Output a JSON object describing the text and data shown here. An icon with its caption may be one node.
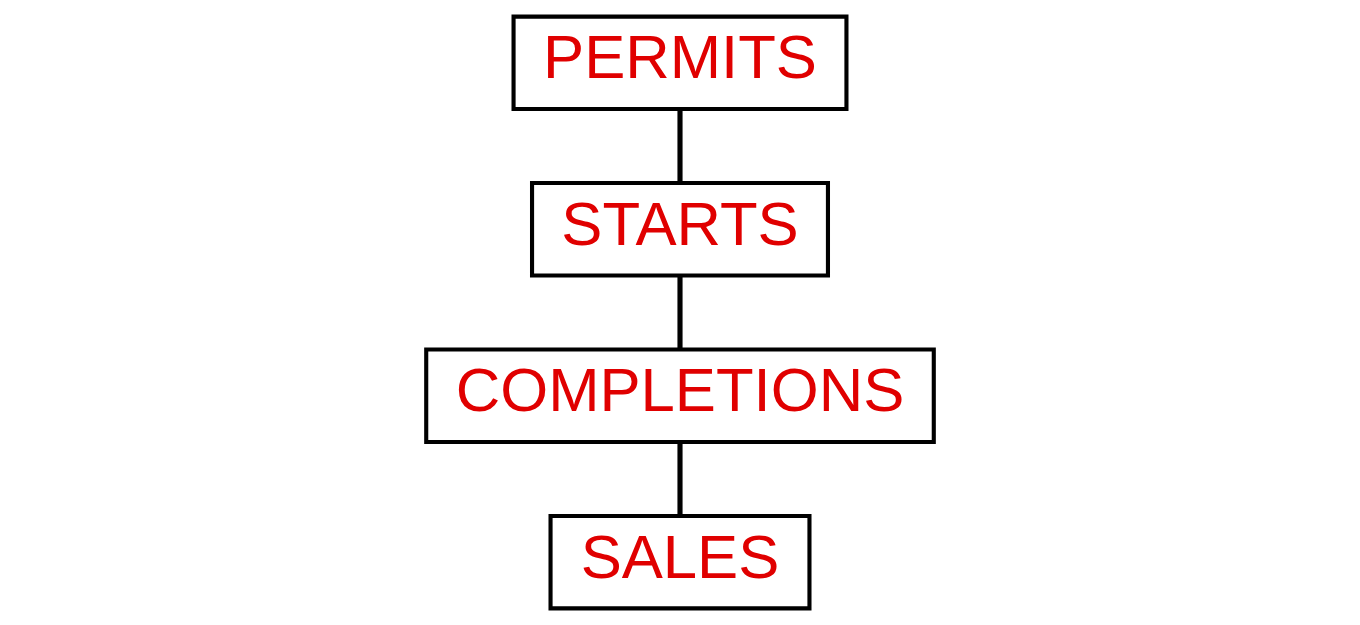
{
  "diagram": {
    "nodes": [
      {
        "text": [
          "PERMITS"
        ]
      },
      {
        "text": [
          "STARTS"
        ]
      },
      {
        "text": [
          "COMPLETIONS"
        ]
      },
      {
        "text": [
          "SALES"
        ]
      }
    ],
    "edges": [
      {
        "from": 0,
        "to": 1,
        "arrow": "none"
      },
      {
        "from": 1,
        "to": 2,
        "arrow": "none"
      },
      {
        "from": 2,
        "to": 3,
        "arrow": "none"
      }
    ]
  }
}
